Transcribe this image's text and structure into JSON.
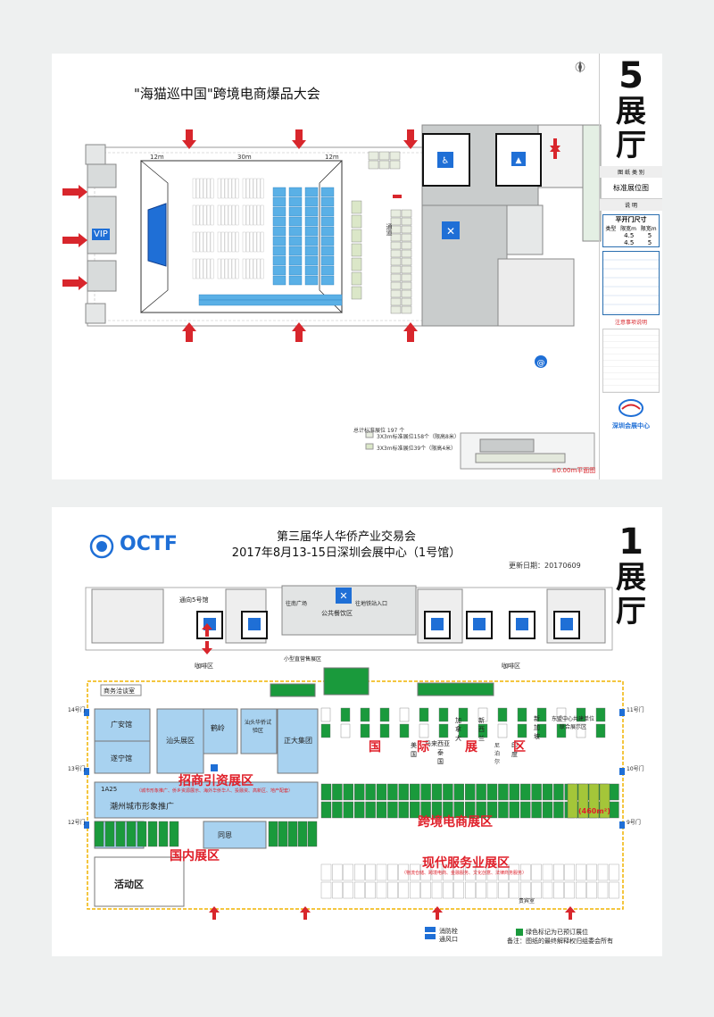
{
  "hall5": {
    "number": "5",
    "hall_char": "展",
    "hall_char2": "厅",
    "title": "\"海猫巡中国\"跨境电商爆品大会",
    "dims": [
      "12m",
      "30m",
      "12m"
    ],
    "corridor": "通道",
    "vip": "VIP",
    "side": {
      "type_header": "图 纸 类 别",
      "type_value": "标准展位图",
      "note_header": "说 明",
      "door_header": "平开门尺寸",
      "door_cols": [
        "类型",
        "限宽m",
        "限宽m"
      ],
      "door_rows": [
        [
          "",
          "4.5",
          "5"
        ],
        [
          "",
          "4.5",
          "5"
        ]
      ],
      "notice_header": "注意事项说明",
      "logo_text": "深圳会展中心"
    },
    "summary": {
      "total": "总计标准展位 197 个",
      "row1": "3X3m标准展位158个（限高8米）",
      "row2": "3X3m标准展位39个（限高4米）"
    },
    "floor_label": "±0.00m平面图",
    "colors": {
      "blue": "#5ab0e6",
      "dark_blue": "#1f6fd6",
      "red": "#d8262c",
      "green": "#1a9a3c",
      "grey": "#c9cccc",
      "light_green": "#dbe7c8"
    }
  },
  "hall1": {
    "number": "1",
    "hall_char": "展",
    "hall_char2": "厅",
    "logo": "OCTF",
    "title_line1": "第三届华人华侨产业交易会",
    "title_line2": "2017年8月13-15日深圳会展中心（1号馆）",
    "update": "更新日期：20170609",
    "labels": {
      "to_hall5": "通向5号馆",
      "cafe": "咖啡区",
      "public_dining": "公共餐饮区",
      "square": "往南广场",
      "subway": "往地铁站入口",
      "small_dining": "小型直营售展区",
      "business": "商务洽谈室",
      "guangan": "广安馆",
      "shantou_hall": "汕头展区",
      "jiangmen": "鹤岭",
      "shantou2": "汕头华侨试验区",
      "zhengda": "正大集团",
      "suining": "遂宁馆",
      "zone_invest": "招商引资展区",
      "zone_invest_sub": "（城市形象推广、侨乡资源展示、海外华侨华人、投融资、高新区、地产配套）",
      "zone_a25": "1A25",
      "chaozhou": "潮州城市形象推广",
      "tongen": "同恩",
      "zone_domestic": "国内展区",
      "activity": "活动区",
      "zone_intl": "国际展区",
      "malaysia": "马来西亚",
      "usa": "美国",
      "thailand": "泰国",
      "canada": "加拿大",
      "newzealand": "新西兰",
      "india": "印度",
      "newpoland": "新加坡",
      "singapore_asean": "东盟中心共建单位联合展示区",
      "nepal": "尼泊尔",
      "zone_cbe": "跨境电商展区",
      "zone_cbe_size": "(460m²)",
      "zone_modern": "现代服务业展区",
      "zone_modern_sub": "（物流仓储、跨境电商、金融服务、文化创意、法律商务服务）",
      "fire": "消防栓",
      "vent": "通风口",
      "legend_green": "绿色标记为已预订展位",
      "copyright": "备注：图纸的最终解释权归组委会所有",
      "exit14": "14号门",
      "exit13": "13号门",
      "exit12": "12号门",
      "exit11": "11号门",
      "exit10": "10号门",
      "exit9": "9号门",
      "cafe2": "咖啡区",
      "vip_box": "贵宾室"
    }
  }
}
